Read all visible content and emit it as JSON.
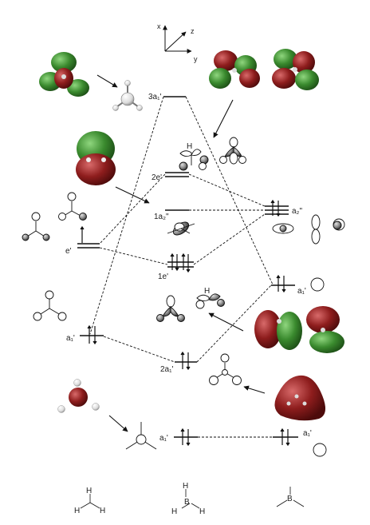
{
  "axes": {
    "x": "x",
    "y": "y",
    "z": "z"
  },
  "levels": {
    "l3a1": "3a₁'",
    "l2e": "2e'",
    "l1a2": "1a₂\"",
    "a2pp": "a₂\"",
    "e_left": "e'",
    "l1e": "1e'",
    "a1_right": "a₁'",
    "a1_left": "a₁'",
    "l2a1": "2a₁'",
    "a1_core_c": "a₁'",
    "a1_core_r": "a₁'"
  },
  "atom_labels": {
    "h": "H",
    "b": "B"
  },
  "colors": {
    "green": "#3a8a2e",
    "red": "#8e1d1d",
    "line": "#111111",
    "atom_white": "#f2f2f2",
    "atom_gray": "#6e6e6e"
  }
}
